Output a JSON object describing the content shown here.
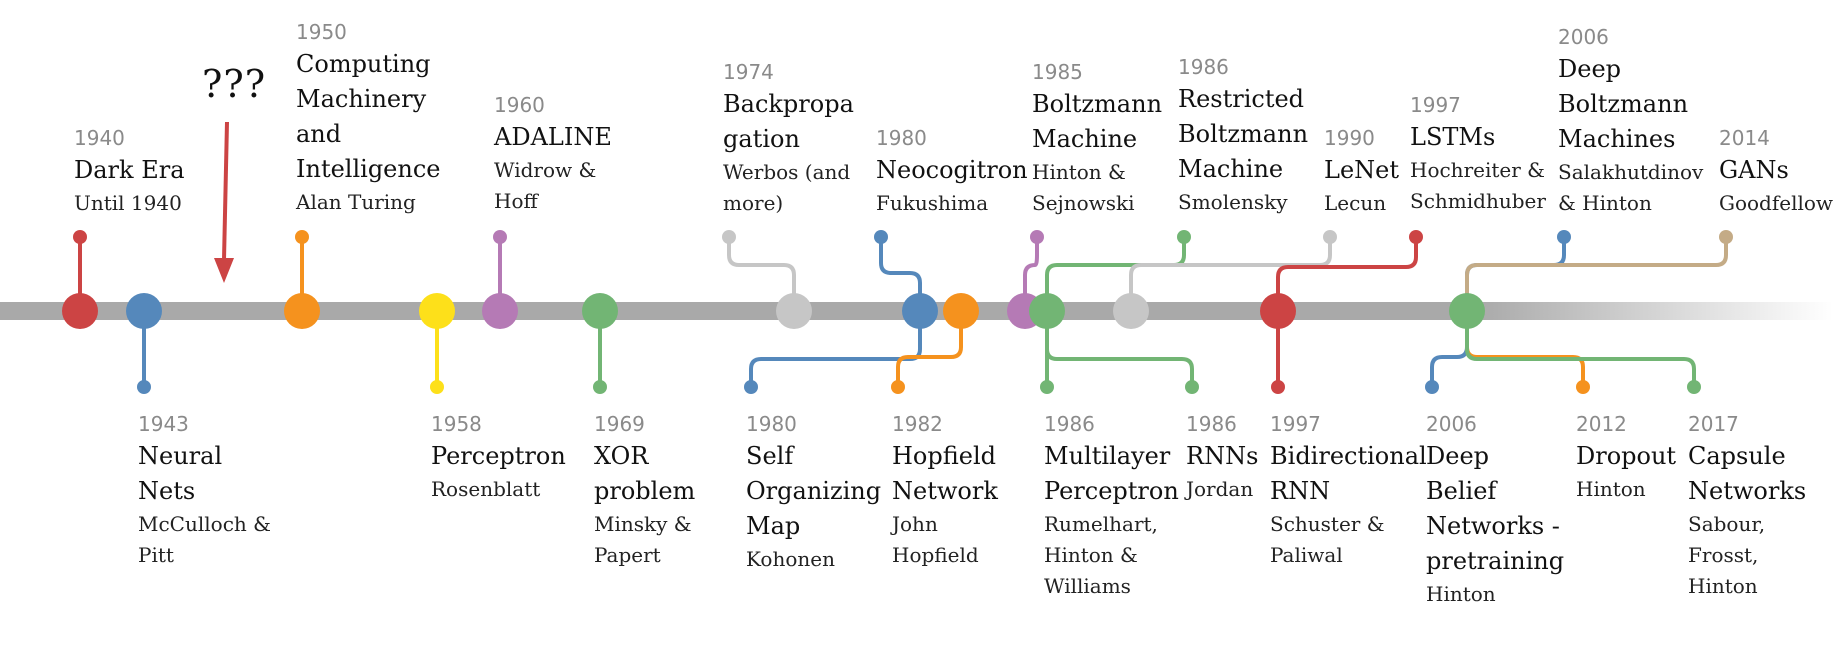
{
  "colors": {
    "red": "#cc4444",
    "blue": "#5588bb",
    "orange": "#f5921e",
    "yellow": "#fde01a",
    "purple": "#b57ab5",
    "green": "#72b574",
    "gray": "#c6c6c6",
    "tan": "#c4ab86",
    "axis": "#a9a9a9"
  },
  "unknown_marker": "???",
  "events": [
    {
      "year": "1940",
      "title": "Dark Era",
      "author": "Until 1940",
      "color": "red"
    },
    {
      "year": "1943",
      "title": "Neural Nets",
      "author": "McCulloch & Pitt",
      "color": "blue"
    },
    {
      "year": "1950",
      "title": "Computing Machinery and Intelligence",
      "author": "Alan Turing",
      "color": "orange"
    },
    {
      "year": "1958",
      "title": "Perceptron",
      "author": "Rosenblatt",
      "color": "yellow"
    },
    {
      "year": "1960",
      "title": "ADALINE",
      "author": "Widrow & Hoff",
      "color": "purple"
    },
    {
      "year": "1969",
      "title": "XOR problem",
      "author": "Minsky & Papert",
      "color": "green"
    },
    {
      "year": "1974",
      "title": "Backpropagation",
      "author": "Werbos (and more)",
      "color": "gray"
    },
    {
      "year": "1980",
      "title": "Neocogitron",
      "author": "Fukushima",
      "color": "blue"
    },
    {
      "year": "1980",
      "title": "Self Organizing Map",
      "author": "Kohonen",
      "color": "blue"
    },
    {
      "year": "1982",
      "title": "Hopfield Network",
      "author": "John Hopfield",
      "color": "orange"
    },
    {
      "year": "1985",
      "title": "Boltzmann Machine",
      "author": "Hinton & Sejnowski",
      "color": "purple"
    },
    {
      "year": "1986",
      "title": "Restricted Boltzmann Machine",
      "author": "Smolensky",
      "color": "green"
    },
    {
      "year": "1986",
      "title": "Multilayer Perceptron",
      "author": "Rumelhart, Hinton & Williams",
      "color": "green"
    },
    {
      "year": "1986",
      "title": "RNNs",
      "author": "Jordan",
      "color": "green"
    },
    {
      "year": "1990",
      "title": "LeNet",
      "author": "Lecun",
      "color": "gray"
    },
    {
      "year": "1997",
      "title": "LSTMs",
      "author": "Hochreiter & Schmidhuber",
      "color": "red"
    },
    {
      "year": "1997",
      "title": "Bidirectional RNN",
      "author": "Schuster & Paliwal",
      "color": "red"
    },
    {
      "year": "2006",
      "title": "Deep Boltzmann Machines",
      "author": "Salakhutdinov & Hinton",
      "color": "blue"
    },
    {
      "year": "2006",
      "title": "Deep Belief Networks - pretraining",
      "author": "Hinton",
      "color": "blue"
    },
    {
      "year": "2012",
      "title": "Dropout",
      "author": "Hinton",
      "color": "orange"
    },
    {
      "year": "2014",
      "title": "GANs",
      "author": "Goodfellow",
      "color": "tan"
    },
    {
      "year": "2017",
      "title": "Capsule Networks",
      "author": "Sabour, Frosst, Hinton",
      "color": "green"
    }
  ]
}
